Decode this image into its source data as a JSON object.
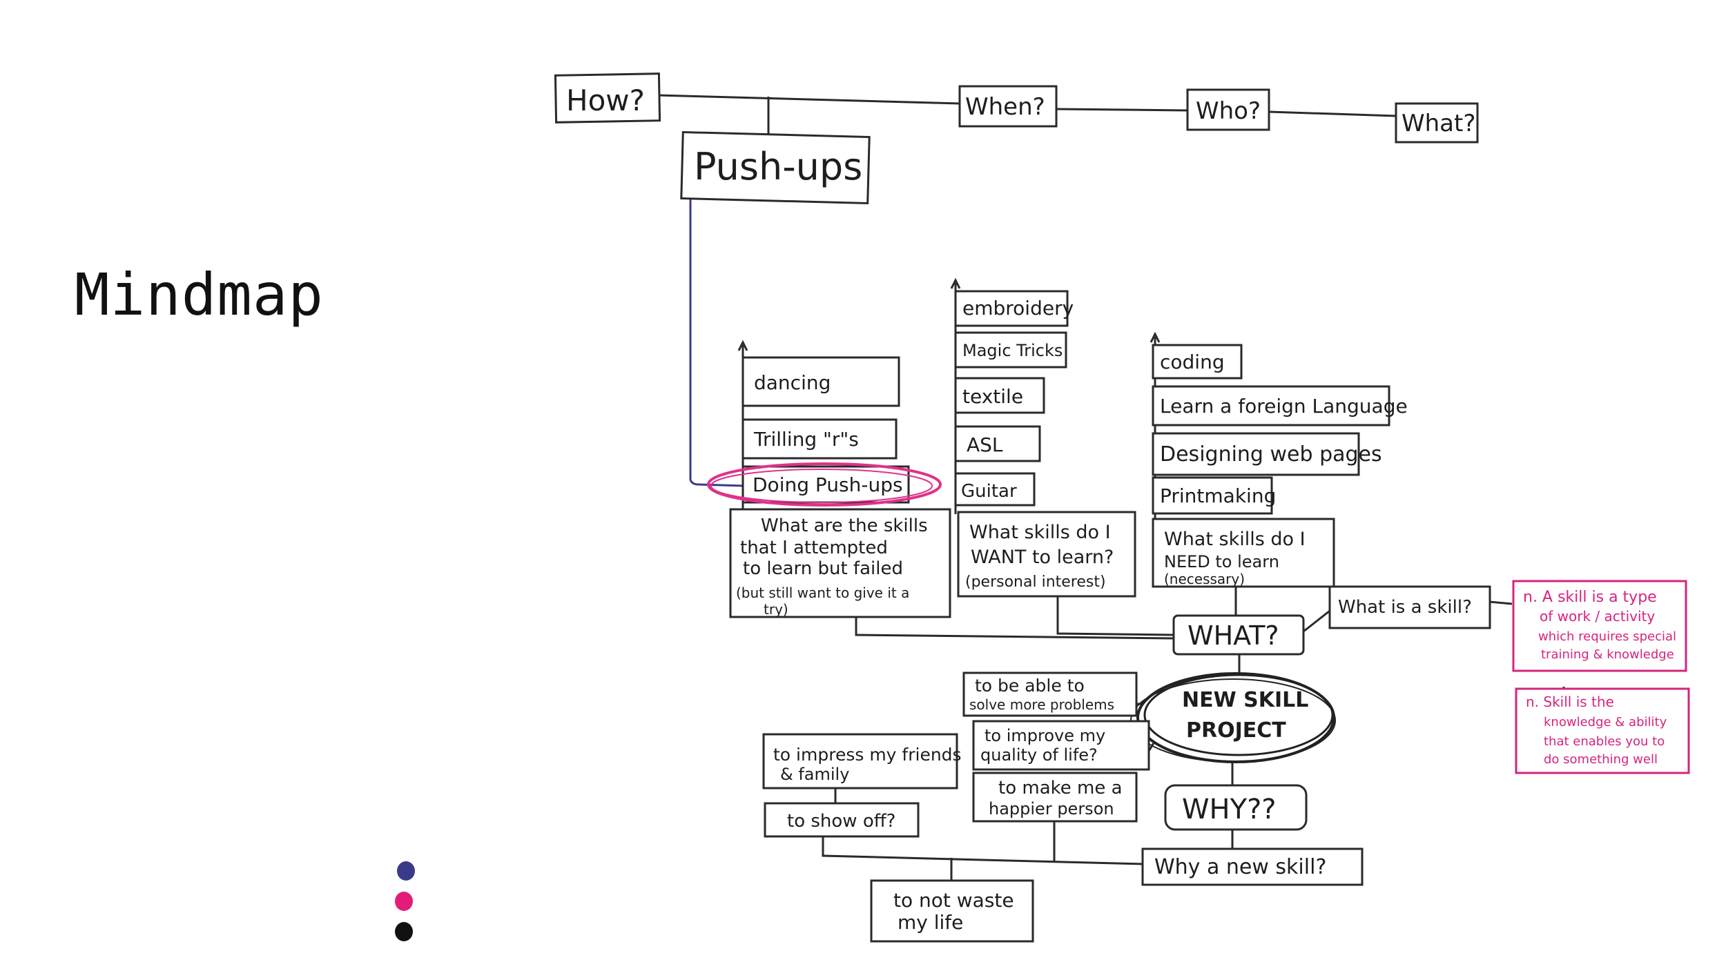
{
  "title": "Mindmap",
  "legend_colors": [
    "#3b3a8a",
    "#e31c79",
    "#111111"
  ],
  "header": {
    "how": "How?",
    "when": "When?",
    "who": "Who?",
    "what": "What?"
  },
  "push_ups": "Push-ups",
  "column_attempted": {
    "items": [
      "dancing",
      "Trilling \"r\"s",
      "Doing Push-ups"
    ],
    "question": [
      "What are the skills",
      "that I attempted",
      "to learn but failed",
      "(but still want to give it a",
      "try)"
    ]
  },
  "column_want": {
    "items": [
      "embroidery",
      "Magic Tricks",
      "textile",
      "ASL",
      "Guitar"
    ],
    "question": [
      "What skills do I",
      "WANT to learn?",
      "(personal interest)"
    ]
  },
  "column_need": {
    "items": [
      "coding",
      "Learn a foreign Language",
      "Designing web pages",
      "Printmaking"
    ],
    "question": [
      "What skills do I",
      "NEED to learn",
      "(necessary)"
    ]
  },
  "what_node": "WHAT?",
  "center_node": [
    "NEW SKILL",
    "PROJECT"
  ],
  "why_node": "WHY??",
  "what_is_skill": "What is a skill?",
  "definitions": [
    [
      "n. A skill is a type",
      "of work / activity",
      "which requires special",
      "training & knowledge"
    ],
    [
      "n. Skill is the",
      "knowledge & ability",
      "that enables you to",
      "do something well"
    ]
  ],
  "why_reasons": {
    "solve": [
      "to be able to",
      "solve more problems"
    ],
    "improve": [
      "to improve my",
      "quality of life?"
    ],
    "happier": [
      "to make me a",
      "happier person"
    ],
    "impress": [
      "to impress my friends",
      "& family"
    ],
    "show_off": "to show off?",
    "waste": [
      "to not waste",
      "my life"
    ],
    "why_new": "Why a new skill?"
  }
}
